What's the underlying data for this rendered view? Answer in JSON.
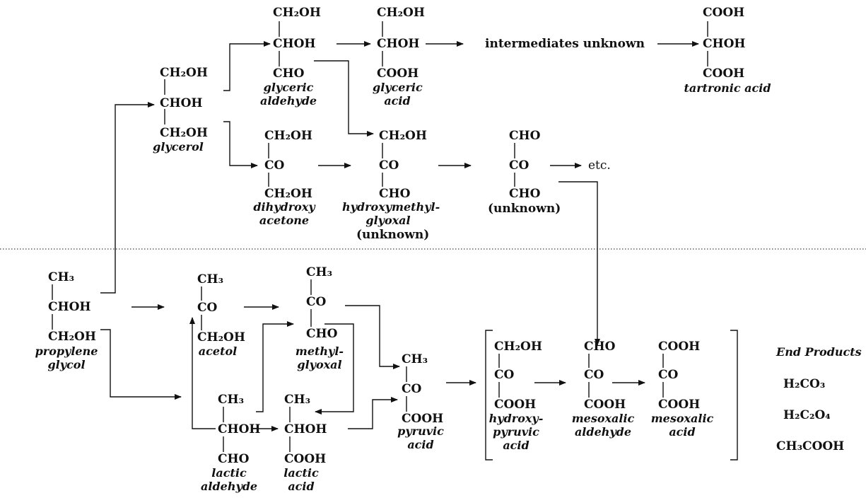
{
  "formulas": {
    "g1_ch2oh": "CH₂OH",
    "g1_chhoh": "CHOH",
    "g1_cho": "CHO",
    "ga_ch2oh": "CH₂OH",
    "ga_choh": "CHOH",
    "ga_cooh": "COOH",
    "tt_cooh1": "COOH",
    "tt_choh": "CHOH",
    "tt_cooh2": "COOH",
    "gl_ch2oh1": "CH₂OH",
    "gl_choh": "CHOH",
    "gl_ch2oh2": "CH₂OH",
    "dh_ch2oh1": "CH₂OH",
    "dh_co": "CO",
    "dh_ch2oh2": "CH₂OH",
    "hm_ch2oh": "CH₂OH",
    "hm_co": "CO",
    "hm_cho": "CHO",
    "un_cho1": "CHO",
    "un_co": "CO",
    "un_cho2": "CHO",
    "pg_ch3": "CH₃",
    "pg_choh": "CHOH",
    "pg_ch2oh": "CH₂OH",
    "ac_ch3": "CH₃",
    "ac_co": "CO",
    "ac_ch2oh": "CH₂OH",
    "mg_ch3": "CH₃",
    "mg_co": "CO",
    "mg_cho": "CHO",
    "la_ch3": "CH₃",
    "la_choh": "CHOH",
    "la_cho": "CHO",
    "lc_ch3": "CH₃",
    "lc_choh": "CHOH",
    "lc_cooh": "COOH",
    "py_ch3": "CH₃",
    "py_co": "CO",
    "py_cooh": "COOH",
    "hp_ch2oh": "CH₂OH",
    "hp_co": "CO",
    "hp_cooh": "COOH",
    "ma_cho": "CHO",
    "ma_co": "CO",
    "ma_cooh": "COOH",
    "mac_cooh1": "COOH",
    "mac_co": "CO",
    "mac_cooh2": "COOH"
  },
  "names": {
    "glyceric_aldehyde": "glyceric\naldehyde",
    "glyceric_acid": "glyceric\nacid",
    "tartronic_acid": "tartronic acid",
    "glycerol": "glycerol",
    "dihydroxy_acetone": "dihydroxy\nacetone",
    "hydroxymethyl_glyoxal": "hydroxymethyl-\nglyoxal",
    "hydroxymethyl_unknown": "(unknown)",
    "unknown": "(unknown)",
    "propylene_glycol": "propylene\nglycol",
    "acetol": "acetol",
    "methylglyoxal": "methyl-\nglyoxal",
    "lactic_aldehyde": "lactic\naldehyde",
    "lactic_acid": "lactic\nacid",
    "pyruvic_acid": "pyruvic\nacid",
    "hydroxypyruvic_acid": "hydroxy-\npyruvic\nacid",
    "mesoxalic_aldehyde": "mesoxalic\naldehyde",
    "mesoxalic_acid": "mesoxalic\nacid"
  },
  "labels": {
    "intermediates": "intermediates unknown",
    "etc": "etc.",
    "end_products_title": "End Products",
    "end_products": [
      "H₂CO₃",
      "H₂C₂O₄",
      "CH₃COOH"
    ]
  }
}
